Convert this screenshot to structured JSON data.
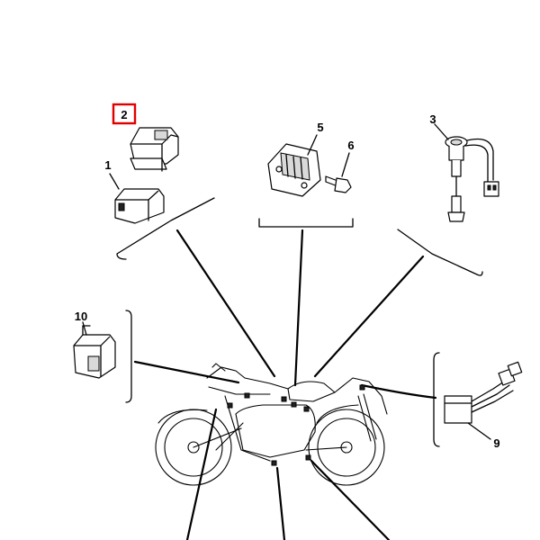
{
  "callouts": {
    "c1": "1",
    "c2": "2",
    "c3": "3",
    "c5": "5",
    "c6": "6",
    "c9": "9",
    "c10": "10"
  },
  "highlight_color": "#e00000",
  "highlighted_callout": "2"
}
